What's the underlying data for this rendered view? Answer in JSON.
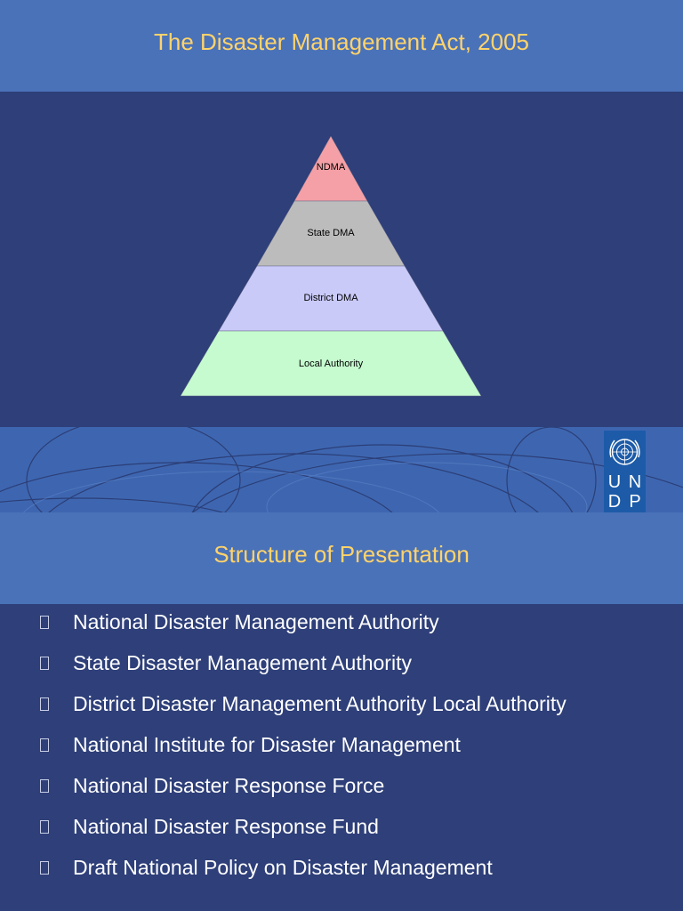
{
  "slide1": {
    "title": "The Disaster Management Act, 2005",
    "pyramid_levels": [
      {
        "label": "NDMA",
        "color": "#f4a0a6"
      },
      {
        "label": "State DMA",
        "color": "#bcbcbc"
      },
      {
        "label": "District DMA",
        "color": "#c9caf8"
      },
      {
        "label": "Local Authority",
        "color": "#c5fbcf"
      }
    ]
  },
  "logo": {
    "icon": "un-emblem-icon",
    "letters": [
      "U",
      "N",
      "D",
      "P"
    ]
  },
  "slide2": {
    "title": "Structure of Presentation",
    "bullets": [
      "National Disaster Management Authority",
      "State Disaster Management Authority",
      "District Disaster Management Authority Local Authority",
      "National Institute for Disaster Management",
      "National Disaster Response Force",
      "National Disaster Response Fund",
      "Draft National Policy on Disaster Management"
    ]
  },
  "colors": {
    "background": "#2e3f79",
    "title_band": "#4a72b8",
    "title_text": "#ffd36b",
    "logo_blue": "#1d5ba8"
  }
}
